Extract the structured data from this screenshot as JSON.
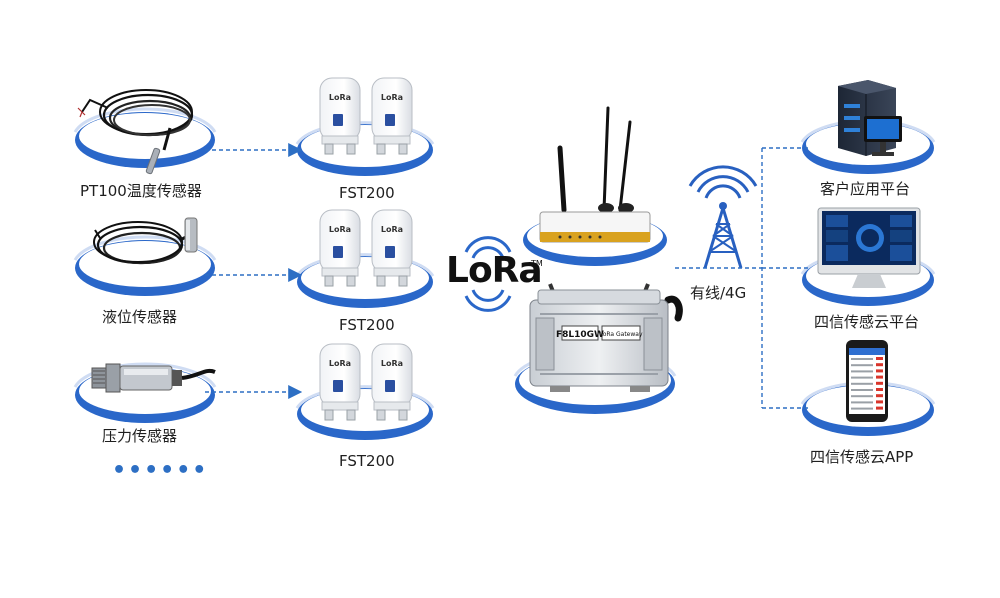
{
  "sensors": [
    {
      "label": "PT100温度传感器"
    },
    {
      "label": "液位传感器"
    },
    {
      "label": "压力传感器"
    }
  ],
  "more_indicator": "••••••",
  "nodes": [
    {
      "label": "FST200",
      "device_text": "LoRa"
    },
    {
      "label": "FST200",
      "device_text": "LoRa"
    },
    {
      "label": "FST200",
      "device_text": "LoRa"
    }
  ],
  "lora_logo": {
    "text": "LoRa",
    "tm": "TM"
  },
  "gateway": {
    "model": "F8L10GW",
    "badge": "LoRa Gateway"
  },
  "uplink_label": "有线/4G",
  "platforms": [
    {
      "label": "客户应用平台"
    },
    {
      "label": "四信传感云平台"
    },
    {
      "label": "四信传感云APP"
    }
  ],
  "colors": {
    "ring": "#2a67c9",
    "ring_light": "#cfdcf3",
    "arrow": "#2d6fc4",
    "tower": "#2860c0"
  }
}
